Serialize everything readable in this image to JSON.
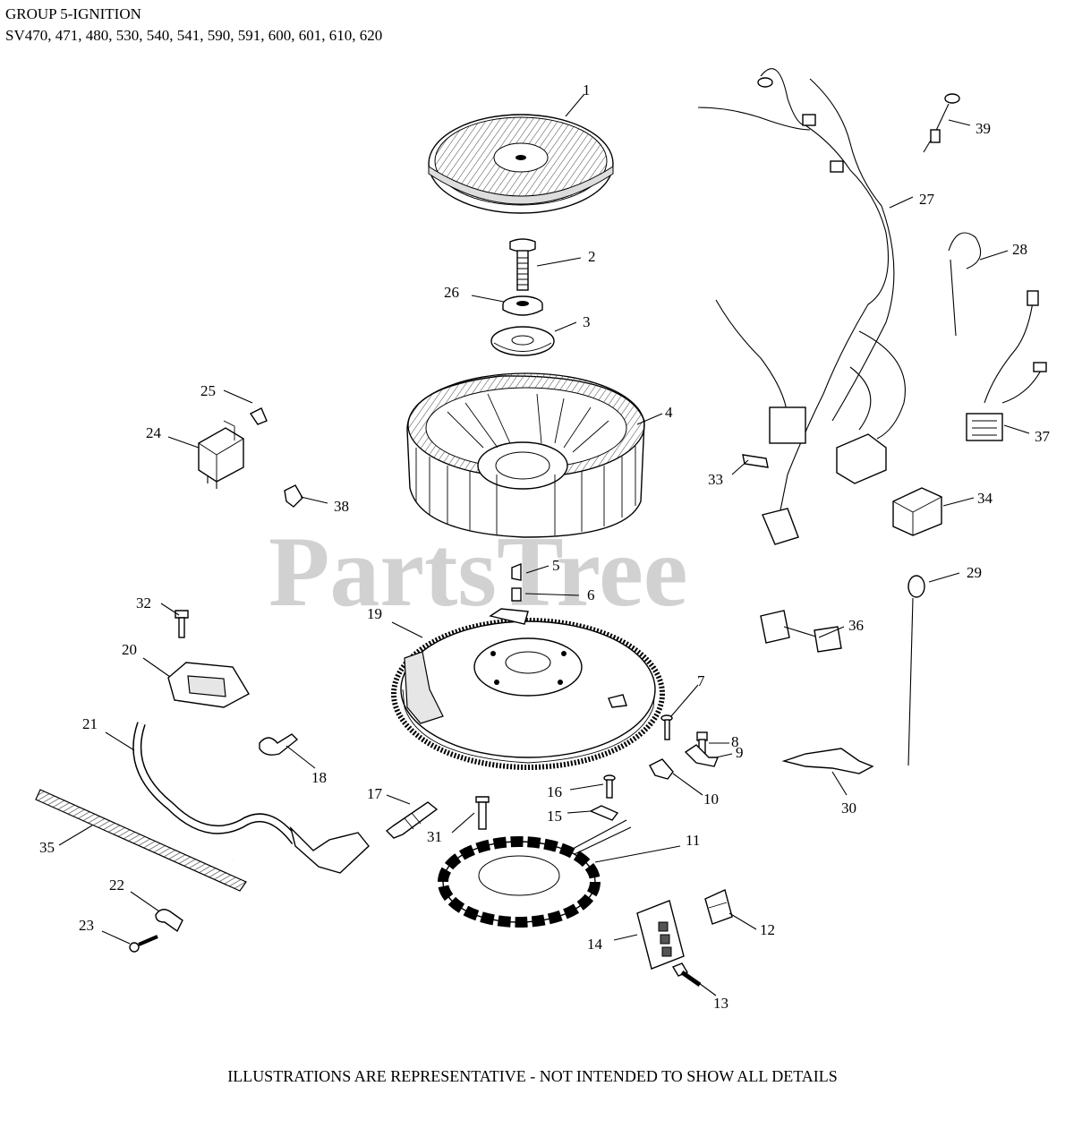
{
  "header": {
    "title": "GROUP 5-IGNITION",
    "models": "SV470, 471, 480, 530, 540, 541, 590, 591, 600, 601, 610, 620"
  },
  "watermark": "PartsTree",
  "footer": "ILLUSTRATIONS ARE REPRESENTATIVE - NOT INTENDED TO SHOW ALL DETAILS",
  "callouts": [
    "1",
    "2",
    "3",
    "4",
    "5",
    "6",
    "7",
    "8",
    "9",
    "10",
    "11",
    "12",
    "13",
    "14",
    "15",
    "16",
    "17",
    "18",
    "19",
    "20",
    "21",
    "22",
    "23",
    "24",
    "25",
    "26",
    "27",
    "28",
    "29",
    "30",
    "31",
    "32",
    "33",
    "34",
    "35",
    "36",
    "37",
    "38",
    "39"
  ]
}
